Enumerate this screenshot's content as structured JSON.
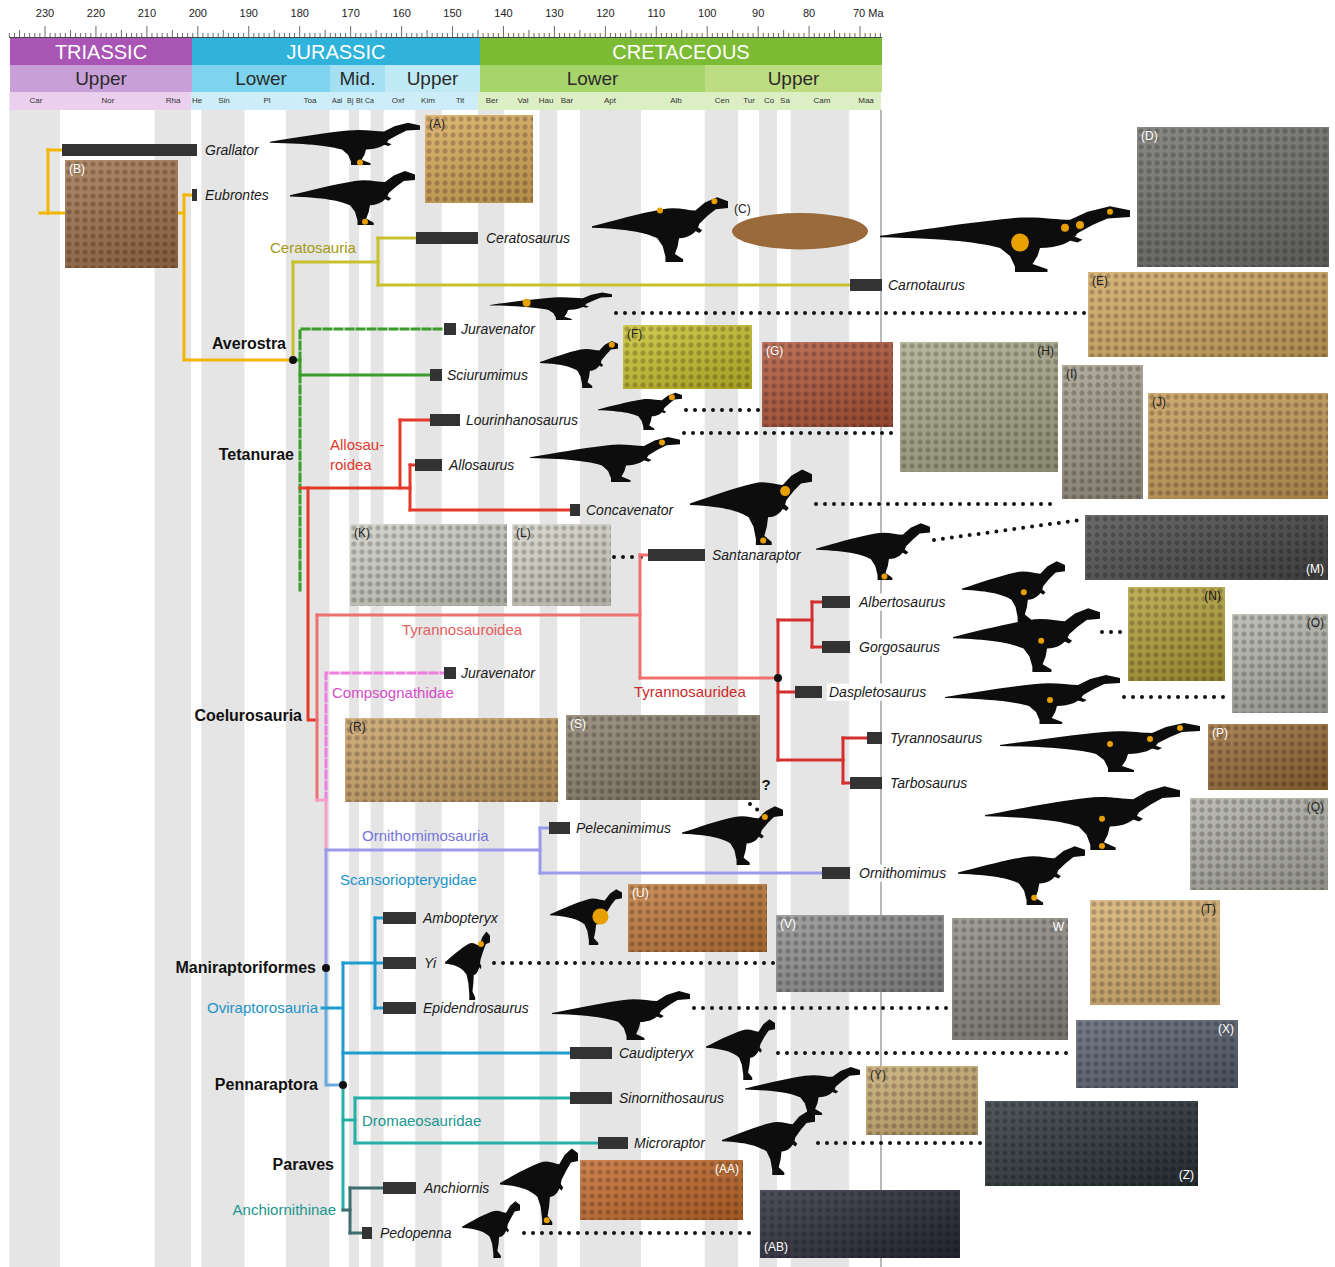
{
  "diagram": {
    "nodes": [
      {
        "text": [
          "TRIASSIC"
        ]
      },
      {
        "text": [
          "JURASSIC"
        ]
      },
      {
        "text": [
          "CRETACEOUS"
        ]
      },
      {
        "text": [
          "Upper"
        ]
      },
      {
        "text": [
          "Lower"
        ]
      },
      {
        "text": [
          "Mid."
        ]
      },
      {
        "text": [
          "Upper"
        ]
      },
      {
        "text": [
          "Lower"
        ]
      },
      {
        "text": [
          "Upper"
        ]
      },
      {
        "text": [
          "(A)"
        ]
      },
      {
        "text": [
          "(B)"
        ]
      },
      {
        "text": [
          "(C)"
        ]
      },
      {
        "text": [
          "(D)"
        ]
      },
      {
        "text": [
          "(E)"
        ]
      },
      {
        "text": [
          "(F)"
        ]
      },
      {
        "text": [
          "(G)"
        ]
      },
      {
        "text": [
          "(H)"
        ]
      },
      {
        "text": [
          "(I)"
        ]
      },
      {
        "text": [
          "(J)"
        ]
      },
      {
        "text": [
          "(K)"
        ]
      },
      {
        "text": [
          "(L)"
        ]
      },
      {
        "text": [
          "(M)"
        ]
      },
      {
        "text": [
          "(N)"
        ]
      },
      {
        "text": [
          "(O)"
        ]
      },
      {
        "text": [
          "(P)"
        ]
      },
      {
        "text": [
          "(Q)"
        ]
      },
      {
        "text": [
          "(R)"
        ]
      },
      {
        "text": [
          "(S)"
        ]
      },
      {
        "text": [
          "(T)"
        ]
      },
      {
        "text": [
          "(U)"
        ]
      },
      {
        "text": [
          "(V)"
        ]
      },
      {
        "text": [
          "W"
        ]
      },
      {
        "text": [
          "(X)"
        ]
      },
      {
        "text": [
          "(Y)"
        ]
      },
      {
        "text": [
          "(Z)"
        ]
      },
      {
        "text": [
          "(AA)"
        ]
      },
      {
        "text": [
          "(AB)"
        ]
      }
    ],
    "labels": [
      "230",
      "220",
      "210",
      "200",
      "190",
      "180",
      "170",
      "160",
      "150",
      "140",
      "130",
      "120",
      "110",
      "100",
      "90",
      "80",
      "70 Ma",
      "Car",
      "Nor",
      "Rha",
      "He",
      "Sin",
      "Pl",
      "Toa",
      "Aal",
      "Bj",
      "Bt",
      "Ca",
      "Oxf",
      "Kim",
      "Tit",
      "Ber",
      "Val",
      "Hau",
      "Bar",
      "Apt",
      "Alb",
      "Cen",
      "Tur",
      "Co",
      "Sa",
      "Cam",
      "Maa",
      "Grallator",
      "Eubrontes",
      "Ceratosauria",
      "Ceratosaurus",
      "Carnotaurus",
      "Averostra",
      "Juravenator",
      "Sciurumimus",
      "Lourinhanosaurus",
      "Allosau- roidea",
      "Tetanurae",
      "Allosaurus",
      "Concavenator",
      "Santanaraptor",
      "Albertosaurus",
      "Tyrannosauroidea",
      "Gorgosaurus",
      "Juravenator",
      "Tyrannosauridea",
      "Daspletosaurus",
      "Compsognathidae",
      "Coelurosauria",
      "Tyrannosaurus",
      "Tarbosaurus",
      "?",
      "Pelecanimimus",
      "Ornithomimosauria",
      "Ornithomimus",
      "Scansoriopterygidae",
      "Ambopteryx",
      "Yi",
      "Maniraptoriformes",
      "Oviraptorosauria",
      "Epidendrosaurus",
      "Caudipteryx",
      "Pennaraptora",
      "Sinornithosaurus",
      "Dromaeosauridae",
      "Microraptor",
      "Paraves",
      "Anchiornis",
      "Anchiornithinae",
      "Pedopenna"
    ]
  }
}
